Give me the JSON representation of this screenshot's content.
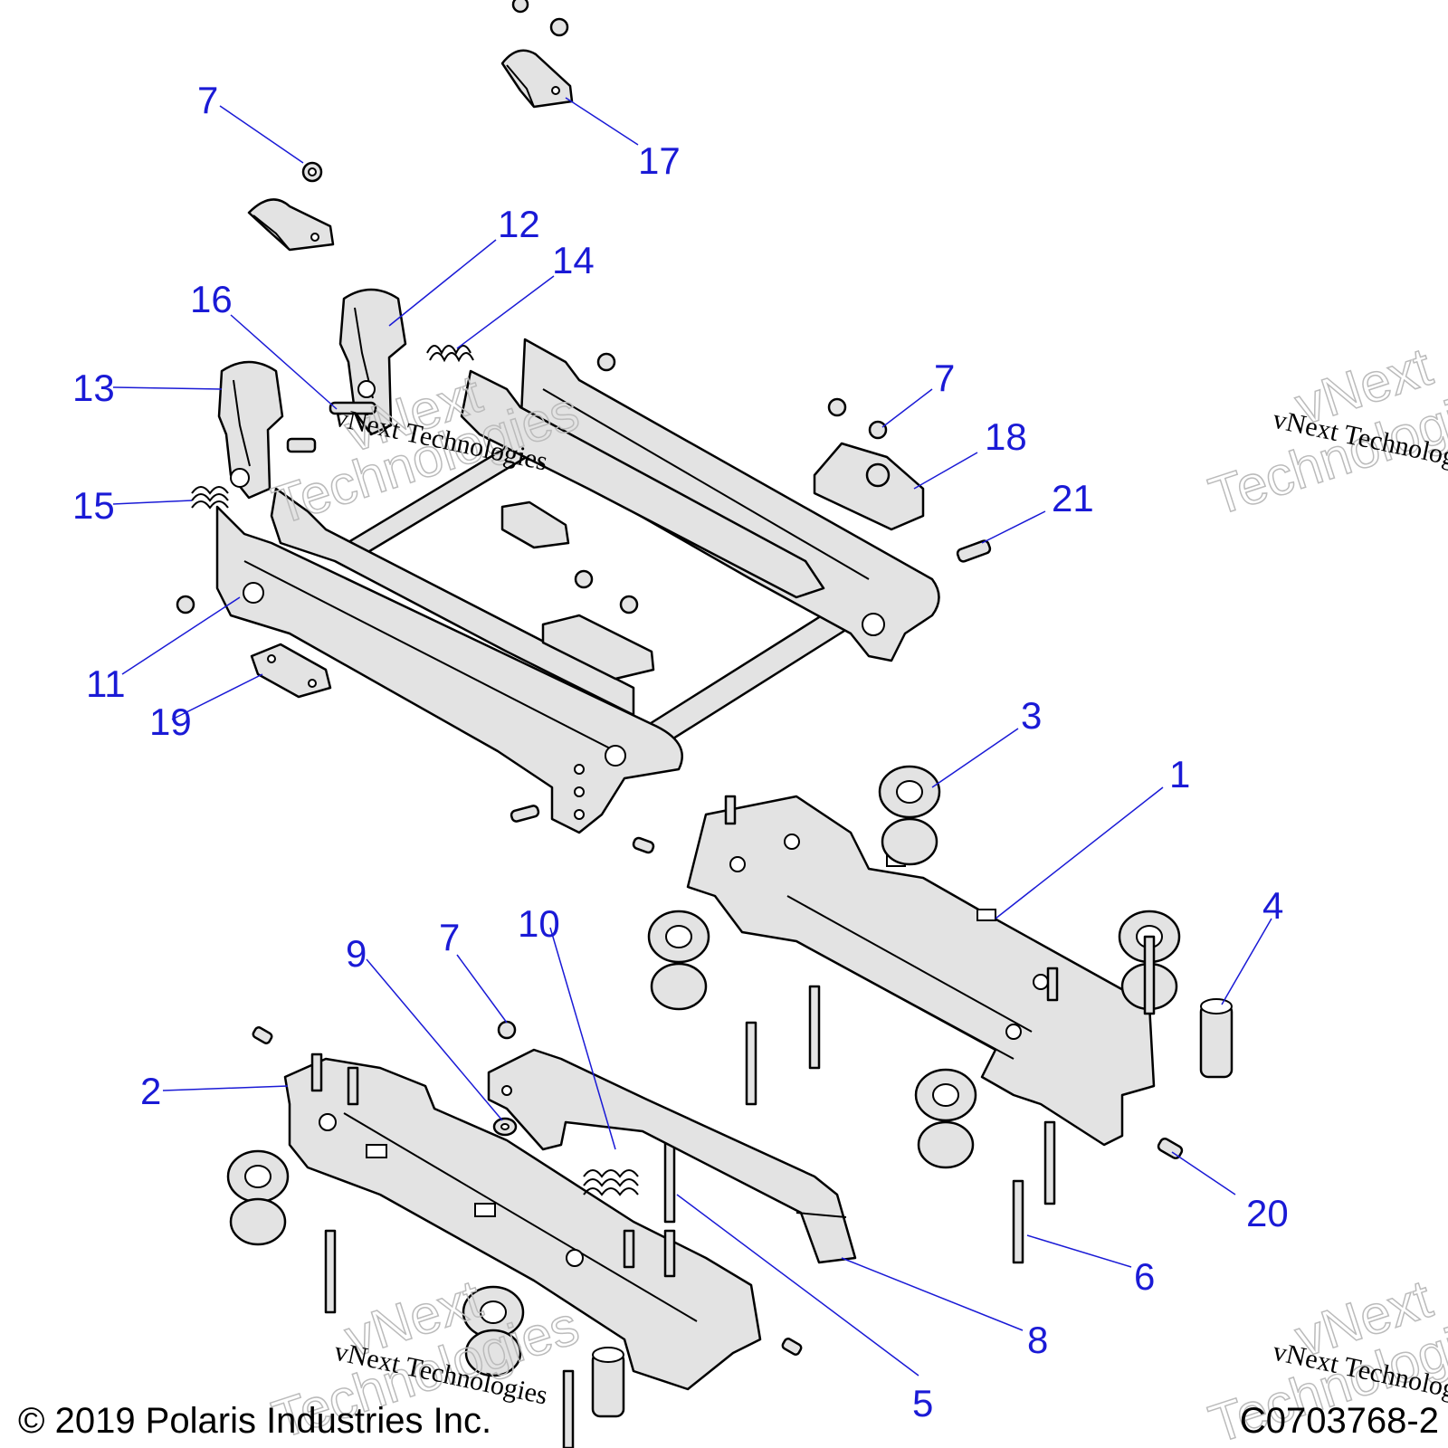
{
  "diagram": {
    "callouts": [
      "1",
      "2",
      "3",
      "4",
      "5",
      "6",
      "7",
      "7",
      "7",
      "8",
      "9",
      "10",
      "11",
      "12",
      "13",
      "14",
      "15",
      "16",
      "17",
      "18",
      "19",
      "20",
      "21"
    ],
    "watermark_text": "vNext Technologies",
    "watermark_big_1": "vNext",
    "watermark_big_2": "Technologies",
    "copyright": "© 2019 Polaris Industries Inc.",
    "drawing_number": "C0703768-2",
    "colors": {
      "callout": "#1a1ad6",
      "part_fill": "#e3e3e3",
      "outline": "#000000"
    }
  }
}
